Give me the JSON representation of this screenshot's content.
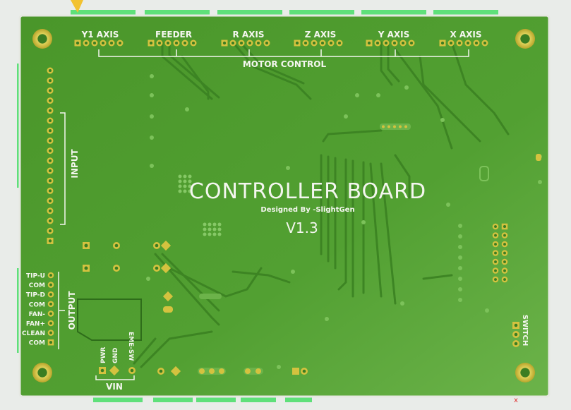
{
  "board": {
    "title": "CONTROLLER BOARD",
    "designer": "Designed By -SlightGen",
    "version": "V1.3"
  },
  "motor": {
    "group_label": "MOTOR CONTROL",
    "headers": [
      "Y1 AXIS",
      "FEEDER",
      "R AXIS",
      "Z AXIS",
      "Y AXIS",
      "X AXIS"
    ]
  },
  "input": {
    "label": "INPUT"
  },
  "output": {
    "label": "OUTPUT",
    "pins": [
      "TIP-U",
      "COM",
      "TIP-D",
      "COM",
      "FAN-",
      "FAN+",
      "CLEAN",
      "COM"
    ]
  },
  "vin": {
    "label": "VIN",
    "pins": [
      "PWR",
      "GND",
      "EME-SW"
    ]
  },
  "switch": {
    "label": "SWITCH"
  },
  "colors": {
    "pcb": "#4e9a2c",
    "pcb_light": "#6fb84a",
    "trace": "#3f8624",
    "silkscreen": "#f4f6ef",
    "pad_gold": "#d4c23f",
    "connector": "#5fe07a"
  }
}
